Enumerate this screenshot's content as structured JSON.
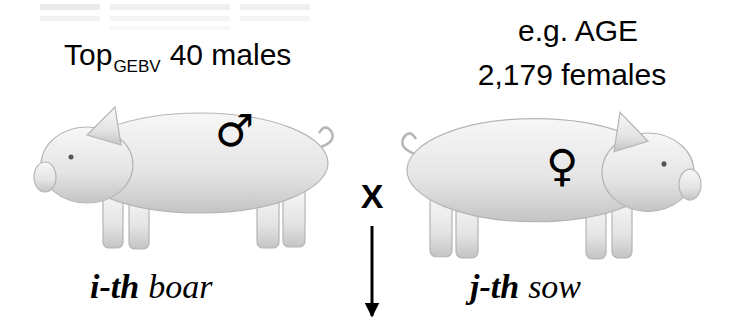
{
  "diagram": {
    "nodes": [
      {
        "text": [
          "♂"
        ]
      },
      {
        "text": [
          "♀"
        ]
      }
    ],
    "labels": [
      "Top",
      "GEBV",
      "40 males",
      "e.g. AGE",
      "2,179 females",
      "X",
      "i-th",
      "boar",
      "j-th",
      "sow"
    ]
  }
}
